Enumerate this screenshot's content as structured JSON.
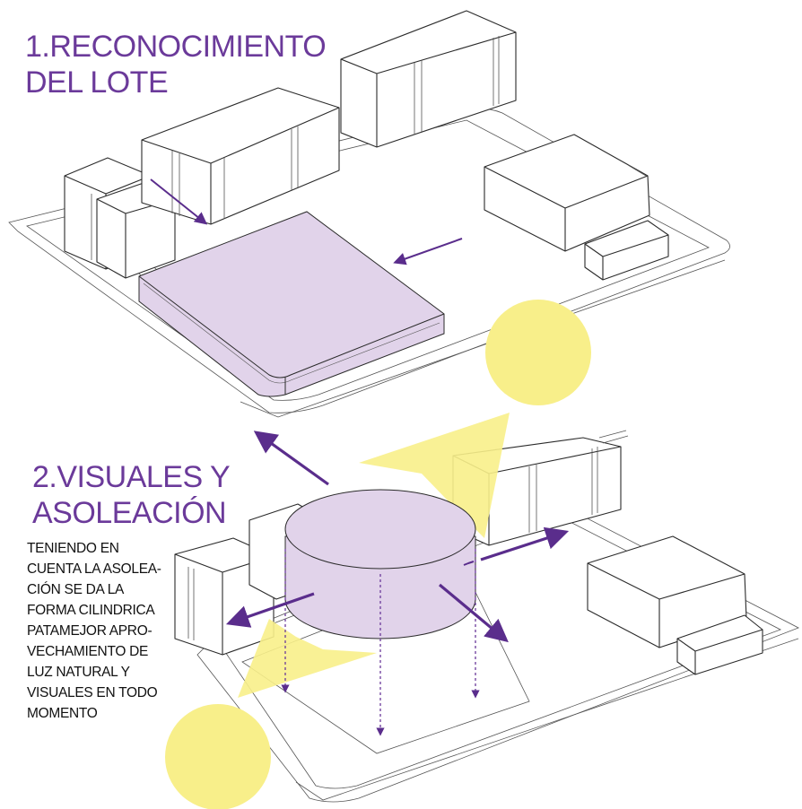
{
  "section1": {
    "title_lines": [
      "1.RECONOCIMIENTO",
      "DEL LOTE"
    ]
  },
  "section2": {
    "title_lines": [
      "2.VISUALES Y",
      "ASOLEACIÓN"
    ],
    "description_lines": [
      "TENIENDO EN",
      "CUENTA LA ASOLEA-",
      "CIÓN SE DA LA",
      "FORMA CILINDRICA",
      "PATAMEJOR APRO-",
      "VECHAMIENTO DE",
      "LUZ NATURAL Y",
      "VISUALES EN TODO",
      "MOMENTO"
    ]
  },
  "colors": {
    "title_purple": "#6b3a9a",
    "lot_fill": "#e1d3ea",
    "arrow_purple": "#5a2d8c",
    "sun_yellow": "#f8ef8a",
    "line_dark": "#2b2b2b"
  }
}
